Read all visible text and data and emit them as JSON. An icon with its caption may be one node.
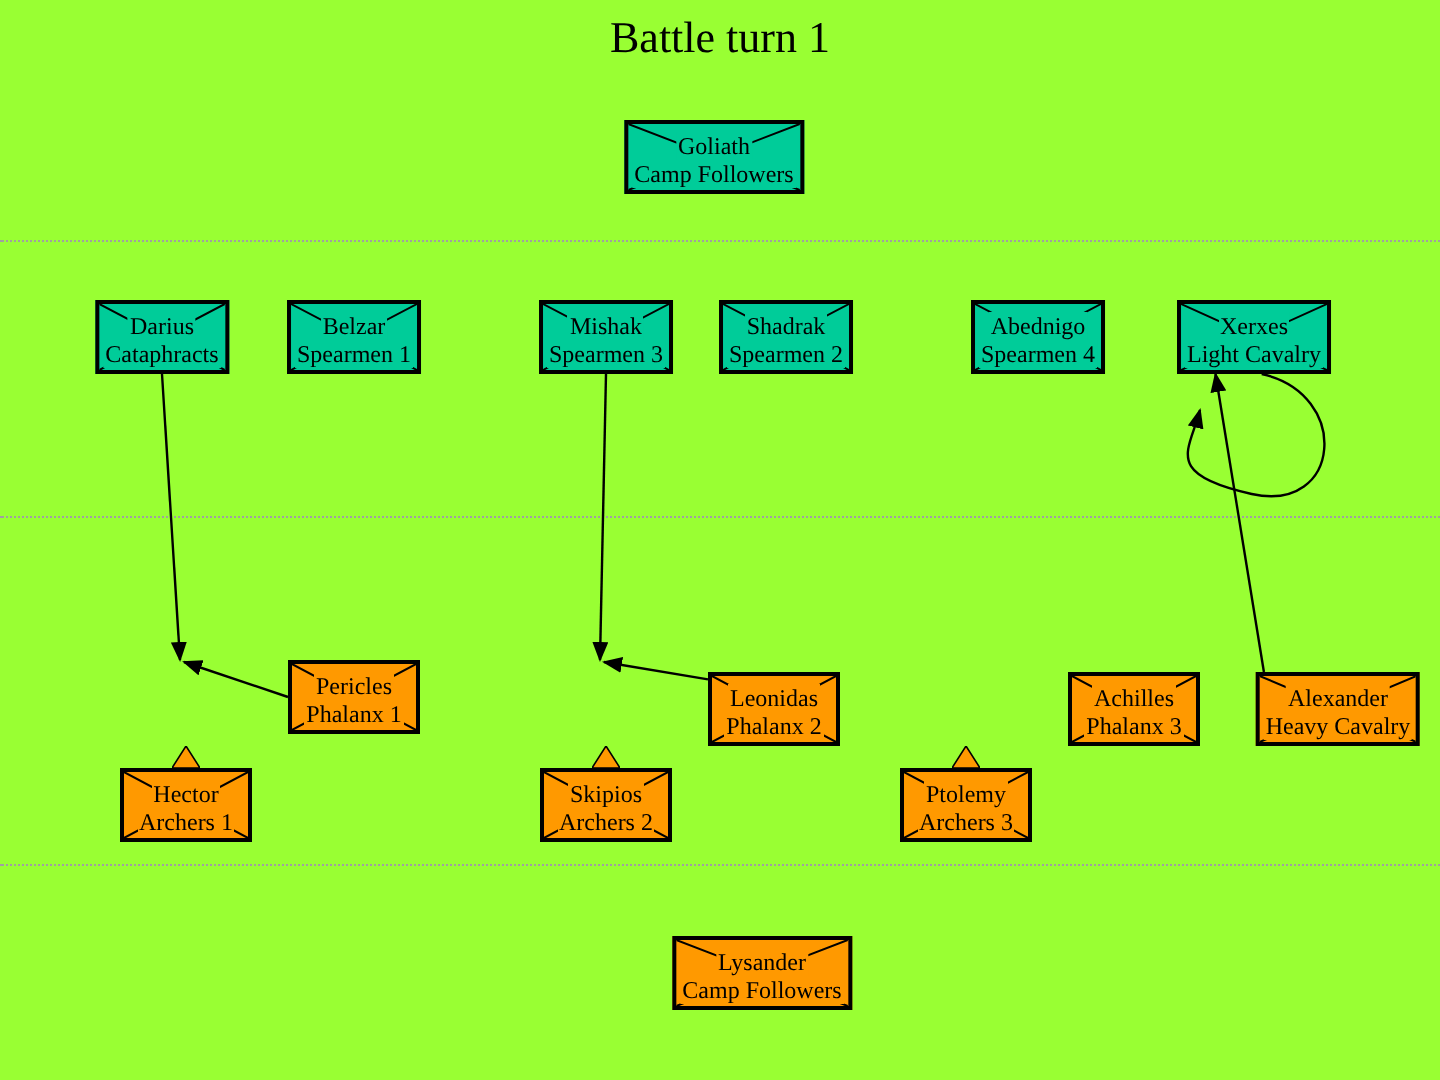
{
  "diagram": {
    "title": "Battle turn 1",
    "nodes": [
      {
        "text": [
          "Goliath",
          "Camp Followers"
        ]
      },
      {
        "text": [
          "Darius",
          "Cataphracts"
        ]
      },
      {
        "text": [
          "Belzar",
          "Spearmen 1"
        ]
      },
      {
        "text": [
          "Mishak",
          "Spearmen 3"
        ]
      },
      {
        "text": [
          "Shadrak",
          "Spearmen 2"
        ]
      },
      {
        "text": [
          "Abednigo",
          "Spearmen 4"
        ]
      },
      {
        "text": [
          "Xerxes",
          "Light Cavalry"
        ]
      },
      {
        "text": [
          "Pericles",
          "Phalanx 1"
        ]
      },
      {
        "text": [
          "Leonidas",
          "Phalanx 2"
        ]
      },
      {
        "text": [
          "Achilles",
          "Phalanx 3"
        ]
      },
      {
        "text": [
          "Alexander",
          "Heavy Cavalry"
        ]
      },
      {
        "text": [
          "Hector",
          "Archers 1"
        ]
      },
      {
        "text": [
          "Skipios",
          "Archers 2"
        ]
      },
      {
        "text": [
          "Ptolemy",
          "Archers 3"
        ]
      },
      {
        "text": [
          "Lysander",
          "Camp Followers"
        ]
      }
    ],
    "edges": [
      {
        "from": 1,
        "to": null,
        "arrow": "to"
      },
      {
        "from": 7,
        "to": null,
        "arrow": "to"
      },
      {
        "from": 3,
        "to": null,
        "arrow": "to"
      },
      {
        "from": 8,
        "to": null,
        "arrow": "to"
      },
      {
        "from": 6,
        "to": null,
        "arrow": "to"
      },
      {
        "from": 10,
        "to": 6,
        "arrow": "to"
      }
    ]
  }
}
